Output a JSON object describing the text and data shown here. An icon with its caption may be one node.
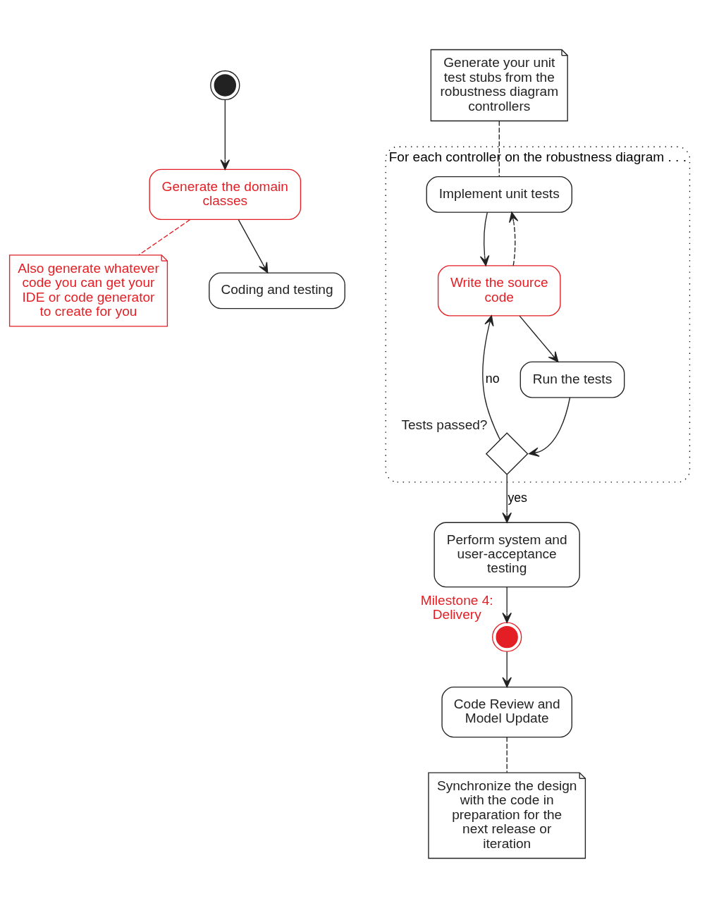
{
  "diagram": {
    "nodes": [
      {
        "text": [],
        "shape": "circle"
      },
      {
        "text": [
          "Generate the domain classes"
        ]
      },
      {
        "text": [
          "Also generate whatever code you can get your IDE or code generator to create for you"
        ]
      },
      {
        "text": [
          "Coding and testing"
        ]
      },
      {
        "text": [
          "For each controller on the robustness diagram . . ."
        ]
      },
      {
        "text": [
          "Implement unit tests"
        ],
        "in": 4
      },
      {
        "text": [
          "Write the source code"
        ],
        "in": 4
      },
      {
        "text": [
          "Run the tests"
        ],
        "in": 4
      },
      {
        "text": [],
        "shape": "diamond",
        "beside": [
          "Tests passed?"
        ],
        "in": 4
      },
      {
        "text": [
          "Generate your unit test stubs from the robustness diagram controllers"
        ]
      },
      {
        "text": [
          "Perform system and user-acceptance testing"
        ]
      },
      {
        "text": [],
        "shape": "circle",
        "beside": [
          "Milestone 4: Delivery"
        ]
      },
      {
        "text": [
          "Code Review and Model Update"
        ]
      },
      {
        "text": [
          "Synchronize the design with the code in preparation for the next release or iteration"
        ]
      }
    ],
    "edges": [
      {
        "from": 0,
        "to": 1,
        "arrow": "to"
      },
      {
        "from": 1,
        "to": 2,
        "arrow": "none",
        "style": "dashed",
        "color": "#e31e24"
      },
      {
        "from": 1,
        "to": 3,
        "arrow": "to"
      },
      {
        "from": 5,
        "to": 6,
        "arrow": "to"
      },
      {
        "from": 6,
        "to": 5,
        "arrow": "to",
        "style": "dashed"
      },
      {
        "from": 6,
        "to": 7,
        "arrow": "to"
      },
      {
        "from": 7,
        "to": 8,
        "arrow": "to"
      },
      {
        "from": 8,
        "to": 6,
        "arrow": "to",
        "label": "no"
      },
      {
        "from": 8,
        "to": 10,
        "arrow": "to",
        "label": "yes"
      },
      {
        "from": 9,
        "to": 5,
        "arrow": "none",
        "style": "dashed"
      },
      {
        "from": 10,
        "to": 11,
        "arrow": "to"
      },
      {
        "from": 11,
        "to": 12,
        "arrow": "to"
      },
      {
        "from": 12,
        "to": 13,
        "arrow": "none",
        "style": "dashed"
      }
    ]
  }
}
